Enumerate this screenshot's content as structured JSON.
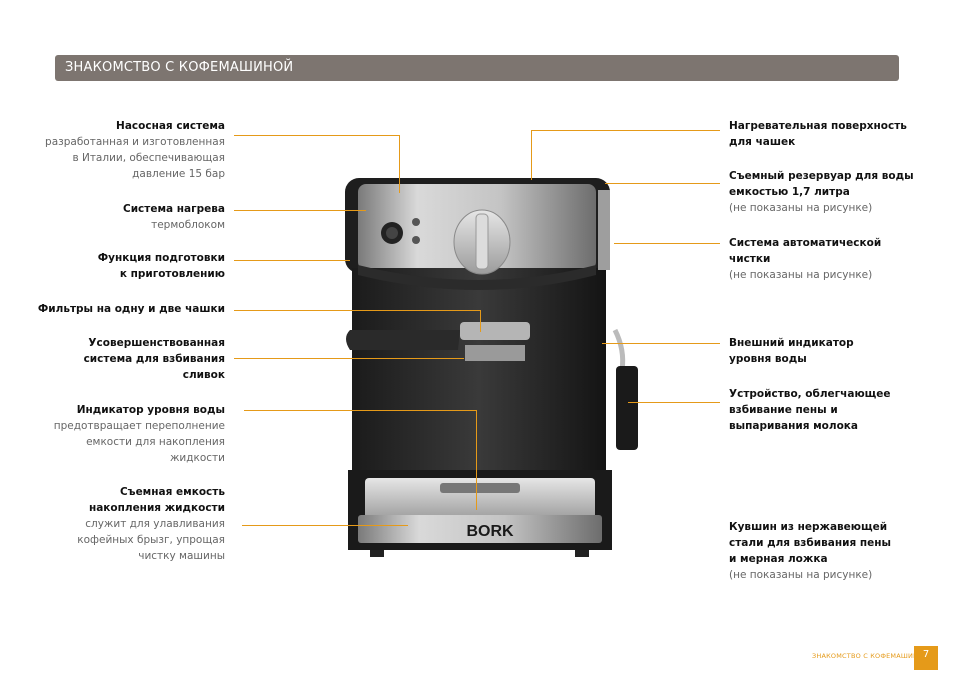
{
  "header": {
    "title": "ЗНАКОМСТВО С КОФЕМАШИНОЙ"
  },
  "left_labels": [
    {
      "title": "Насосная система",
      "desc": [
        "разработанная и изготовленная",
        "в Италии, обеспечивающая",
        "давление 15 бар"
      ]
    },
    {
      "title": "Система нагрева",
      "desc": [
        "термоблоком"
      ]
    },
    {
      "title_lines": [
        "Функция подготовки",
        "к приготовлению"
      ],
      "desc": []
    },
    {
      "title": "Фильтры на одну и две чашки",
      "desc": []
    },
    {
      "title_lines": [
        "Усовершенствованная",
        "система для взбивания",
        "сливок"
      ],
      "desc": []
    },
    {
      "title": "Индикатор уровня воды",
      "desc": [
        "предотвращает переполнение",
        "емкости для накопления",
        "жидкости"
      ]
    },
    {
      "title_lines": [
        "Съемная емкость",
        "накопления жидкости"
      ],
      "desc": [
        "служит для улавливания",
        "кофейных брызг, упрощая",
        "чистку машины"
      ]
    }
  ],
  "right_labels": [
    {
      "title_lines": [
        "Нагревательная поверхность",
        "для чашек"
      ],
      "desc": []
    },
    {
      "title_lines": [
        "Съемный резервуар для воды",
        "емкостью 1,7 литра"
      ],
      "desc": [
        "(не показаны на рисунке)"
      ]
    },
    {
      "title_lines": [
        "Система автоматической",
        "чистки"
      ],
      "desc": [
        "(не показаны на рисунке)"
      ]
    },
    {
      "title_lines": [
        "Внешний индикатор",
        "уровня воды"
      ],
      "desc": []
    },
    {
      "title_lines": [
        "Устройство, облегчающее",
        "взбивание пены и",
        "выпаривания молока"
      ],
      "desc": []
    },
    {
      "title_lines": [
        "Кувшин из нержавеющей",
        "стали для взбивания пены",
        "и мерная ложка"
      ],
      "desc": [
        "(не показаны на рисунке)"
      ]
    }
  ],
  "machine": {
    "brand": "BORK"
  },
  "footer": {
    "text": "ЗНАКОМСТВО С КОФЕМАШИНОЙ",
    "page": "7"
  },
  "colors": {
    "accent": "#e59a19",
    "header_bg": "#7d7570"
  }
}
